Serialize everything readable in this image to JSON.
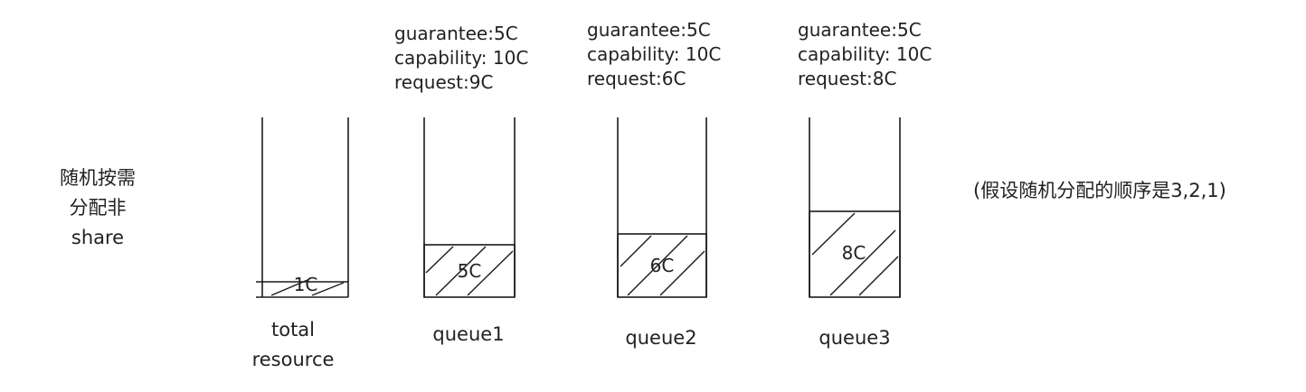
{
  "left_label": [
    "随机按需",
    "分配非",
    "share"
  ],
  "right_note": "(假设随机分配的顺序是3,2,1)",
  "total": {
    "label_lines": [
      "total",
      "resource"
    ],
    "used_label": "1C"
  },
  "queues": [
    {
      "name": "queue1",
      "info": [
        "guarantee:5C",
        "capability: 10C",
        "request:9C"
      ],
      "alloc_label": "5C"
    },
    {
      "name": "queue2",
      "info": [
        "guarantee:5C",
        "capability: 10C",
        "request:6C"
      ],
      "alloc_label": "6C"
    },
    {
      "name": "queue3",
      "info": [
        "guarantee:5C",
        "capability: 10C",
        "request:8C"
      ],
      "alloc_label": "8C"
    }
  ]
}
